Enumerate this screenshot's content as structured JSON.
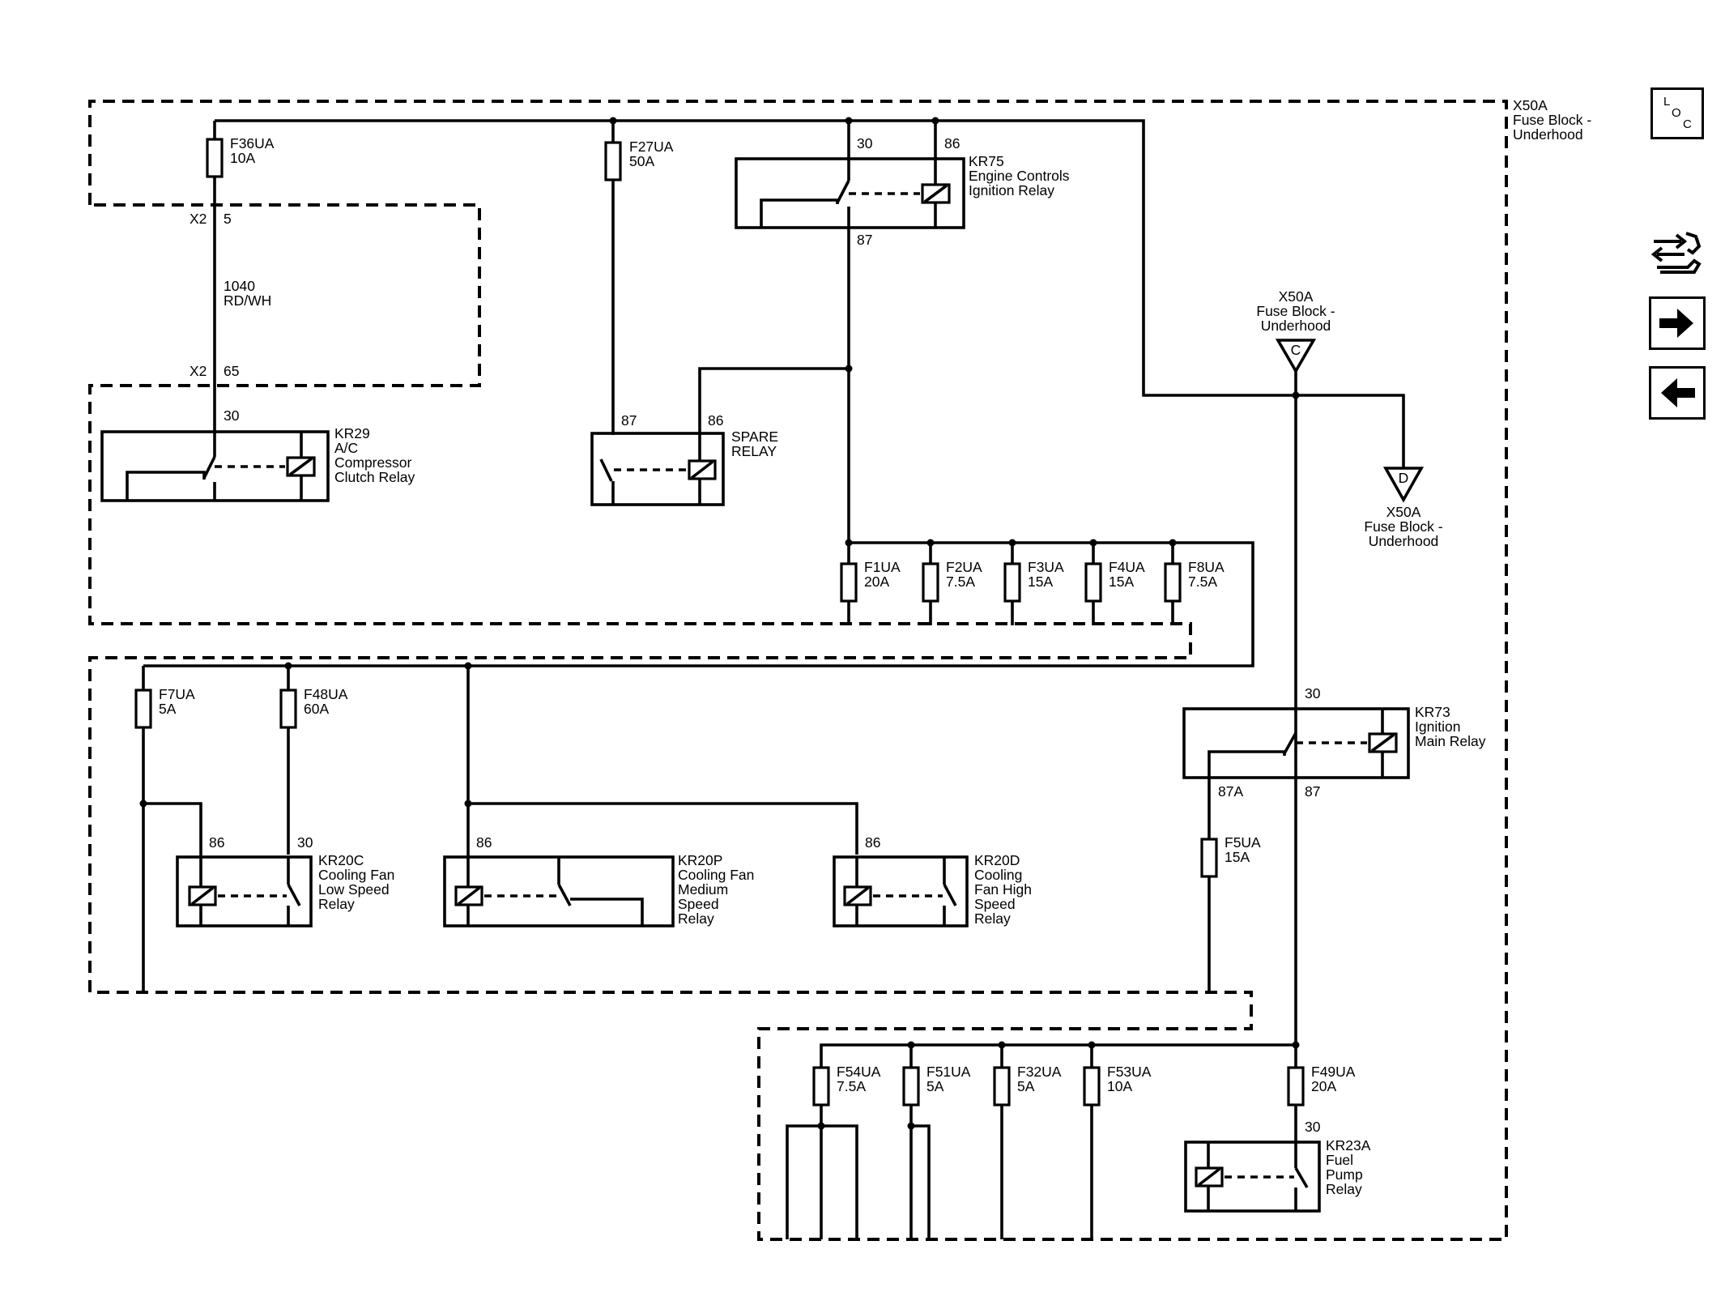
{
  "fuse_block": {
    "outer_label": [
      "X50A",
      "Fuse Block -",
      "Underhood"
    ],
    "connector_c": {
      "letter": "C",
      "label": [
        "X50A",
        "Fuse Block -",
        "Underhood"
      ]
    },
    "connector_d": {
      "letter": "D",
      "label": [
        "X50A",
        "Fuse Block -",
        "Underhood"
      ]
    }
  },
  "harness": {
    "x2_pin5": {
      "connector": "X2",
      "pin": "5"
    },
    "wire": {
      "circuit": "1040",
      "color": "RD/WH"
    },
    "x2_pin65": {
      "connector": "X2",
      "pin": "65"
    }
  },
  "fuses": {
    "F36UA": {
      "name": "F36UA",
      "rating": "10A"
    },
    "F27UA": {
      "name": "F27UA",
      "rating": "50A"
    },
    "F1UA": {
      "name": "F1UA",
      "rating": "20A"
    },
    "F2UA": {
      "name": "F2UA",
      "rating": "7.5A"
    },
    "F3UA": {
      "name": "F3UA",
      "rating": "15A"
    },
    "F4UA": {
      "name": "F4UA",
      "rating": "15A"
    },
    "F8UA": {
      "name": "F8UA",
      "rating": "7.5A"
    },
    "F7UA": {
      "name": "F7UA",
      "rating": "5A"
    },
    "F48UA": {
      "name": "F48UA",
      "rating": "60A"
    },
    "F5UA": {
      "name": "F5UA",
      "rating": "15A"
    },
    "F54UA": {
      "name": "F54UA",
      "rating": "7.5A"
    },
    "F51UA": {
      "name": "F51UA",
      "rating": "5A"
    },
    "F32UA": {
      "name": "F32UA",
      "rating": "5A"
    },
    "F53UA": {
      "name": "F53UA",
      "rating": "10A"
    },
    "F49UA": {
      "name": "F49UA",
      "rating": "20A"
    }
  },
  "relays": {
    "KR75": {
      "label": [
        "KR75",
        "Engine Controls",
        "Ignition Relay"
      ],
      "pins": {
        "p30": "30",
        "p86": "86",
        "p87": "87"
      }
    },
    "KR29": {
      "label": [
        "KR29",
        "A/C",
        "Compressor",
        "Clutch Relay"
      ],
      "pins": {
        "p30": "30"
      }
    },
    "SPARE": {
      "label": [
        "SPARE",
        "RELAY"
      ],
      "pins": {
        "p87": "87",
        "p86": "86"
      }
    },
    "KR73": {
      "label": [
        "KR73",
        "Ignition",
        "Main Relay"
      ],
      "pins": {
        "p30": "30",
        "p87a": "87A",
        "p87": "87"
      }
    },
    "KR20C": {
      "label": [
        "KR20C",
        "Cooling Fan",
        "Low Speed",
        "Relay"
      ],
      "pins": {
        "p86": "86",
        "p30": "30"
      }
    },
    "KR20P": {
      "label": [
        "KR20P",
        "Cooling Fan",
        "Medium",
        "Speed",
        "Relay"
      ],
      "pins": {
        "p86": "86"
      }
    },
    "KR20D": {
      "label": [
        "KR20D",
        "Cooling",
        "Fan High",
        "Speed",
        "Relay"
      ],
      "pins": {
        "p86": "86"
      }
    },
    "KR23A": {
      "label": [
        "KR23A",
        "Fuel",
        "Pump",
        "Relay"
      ],
      "pins": {
        "p30": "30"
      }
    }
  },
  "sidebar": {
    "loc": {
      "letters": [
        "L",
        "O",
        "C"
      ]
    },
    "icons": [
      "component-locator-icon",
      "tools-icon",
      "next-arrow-icon",
      "previous-arrow-icon"
    ]
  }
}
